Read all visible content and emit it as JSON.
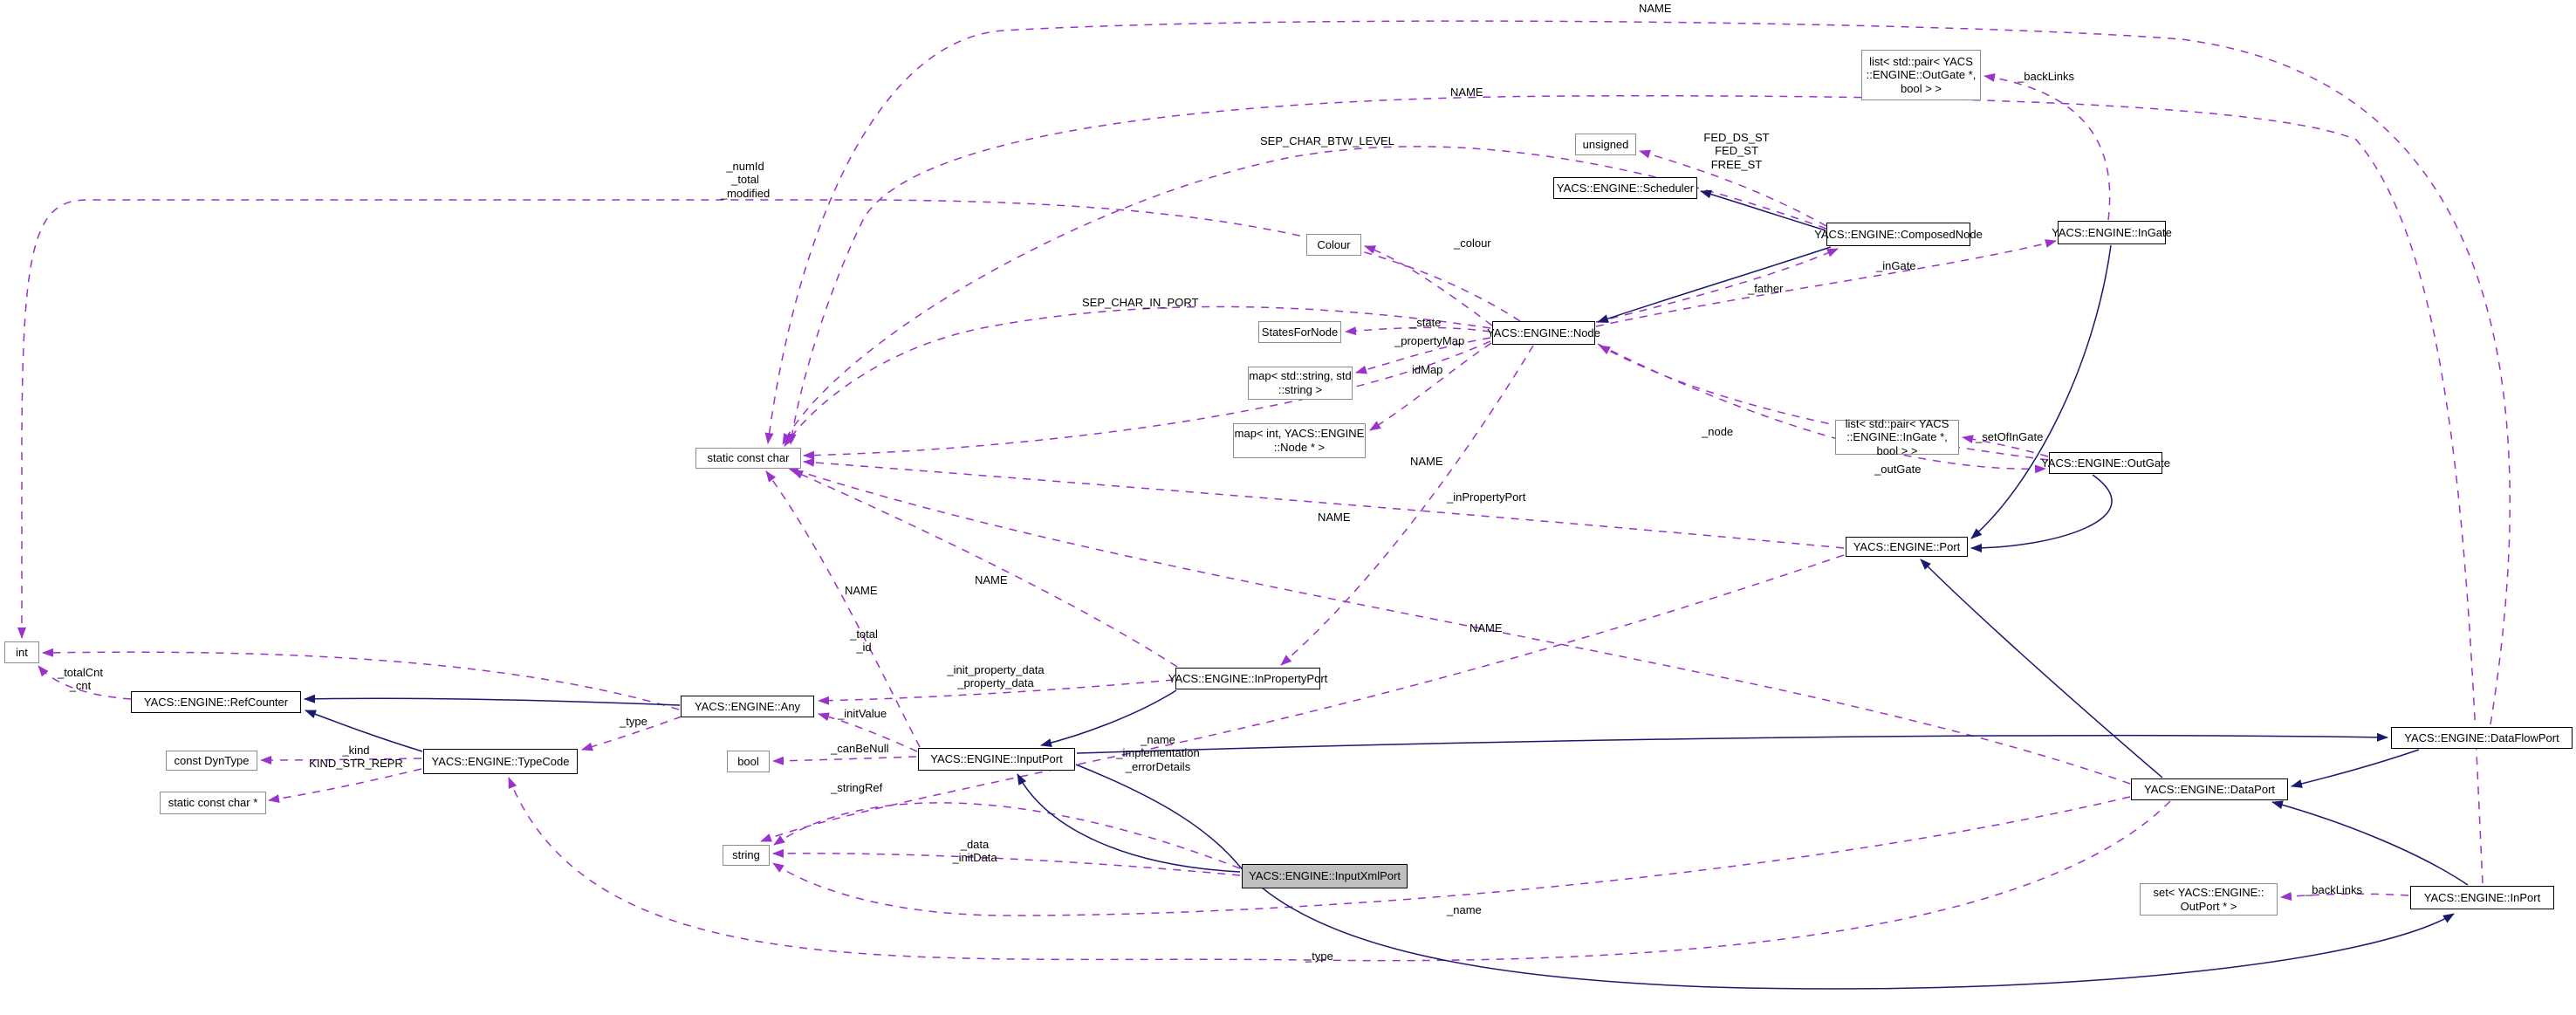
{
  "diagram": {
    "nodes": {
      "list_outgate": {
        "label": "list< std::pair< YACS\n::ENGINE::OutGate *,\nbool > >"
      },
      "unsigned_t": {
        "label": "unsigned"
      },
      "scheduler": {
        "label": "YACS::ENGINE::Scheduler"
      },
      "composed_node": {
        "label": "YACS::ENGINE::ComposedNode"
      },
      "in_gate": {
        "label": "YACS::ENGINE::InGate"
      },
      "colour": {
        "label": "Colour"
      },
      "states_for_node": {
        "label": "StatesForNode"
      },
      "node": {
        "label": "YACS::ENGINE::Node"
      },
      "map_string": {
        "label": "map< std::string, std\n::string >"
      },
      "map_int": {
        "label": "map< int, YACS::ENGINE\n::Node * >"
      },
      "list_ingate": {
        "label": "list< std::pair< YACS\n::ENGINE::InGate *, bool > >"
      },
      "out_gate": {
        "label": "YACS::ENGINE::OutGate"
      },
      "static_const_char": {
        "label": "static const char"
      },
      "port": {
        "label": "YACS::ENGINE::Port"
      },
      "int_t": {
        "label": "int"
      },
      "ref_counter": {
        "label": "YACS::ENGINE::RefCounter"
      },
      "any": {
        "label": "YACS::ENGINE::Any"
      },
      "in_property_port": {
        "label": "YACS::ENGINE::InPropertyPort"
      },
      "const_dyn_type": {
        "label": "const DynType"
      },
      "type_code": {
        "label": "YACS::ENGINE::TypeCode"
      },
      "static_const_char_ptr": {
        "label": "static const char *"
      },
      "bool_t": {
        "label": "bool"
      },
      "input_port": {
        "label": "YACS::ENGINE::InputPort"
      },
      "string_t": {
        "label": "string"
      },
      "input_xml_port": {
        "label": "YACS::ENGINE::InputXmlPort"
      },
      "data_flow_port": {
        "label": "YACS::ENGINE::DataFlowPort"
      },
      "data_port": {
        "label": "YACS::ENGINE::DataPort"
      },
      "set_outport": {
        "label": "set< YACS::ENGINE::\nOutPort * >"
      },
      "in_port": {
        "label": "YACS::ENGINE::InPort"
      }
    },
    "edge_labels": {
      "name_top": "NAME",
      "backlinks_top": "_backLinks",
      "name_right": "NAME",
      "sep_char_btw_level": "SEP_CHAR_BTW_LEVEL",
      "fed_states": "FED_DS_ST\nFED_ST\nFREE_ST",
      "num_total_modified": "_numId\n_total\n_modified",
      "colour": "_colour",
      "father": "_father",
      "in_gate": "_inGate",
      "sep_char_in_port": "SEP_CHAR_IN_PORT",
      "state": "_state",
      "property_map": "_propertyMap",
      "id_map": "idMap",
      "node": "_node",
      "set_of_in_gate": "_setOfInGate",
      "out_gate": "_outGate",
      "name_node": "NAME",
      "in_property_port": "_inPropertyPort",
      "name_port": "NAME",
      "name_ipp": "NAME",
      "name_input": "NAME",
      "total_id": "_total\n_id",
      "name_dataport": "NAME",
      "totalcnt_cnt": "_totalCnt\n_cnt",
      "init_property_data": "_init_property_data\n_property_data",
      "type_any": "_type",
      "init_value": "_initValue",
      "kind": "_kind\nKIND_STR_REPR",
      "can_be_null": "_canBeNull",
      "name_impl_err": "_name\n_implementation\n_errorDetails",
      "string_ref": "_stringRef",
      "data_initdata": "_data\n_initData",
      "name_bottom": "_name",
      "backlinks_bottom": "_backLinks",
      "type_bottom": "_type"
    },
    "colors": {
      "usage_edge": "#9a32cd",
      "inheritance_edge": "#191970",
      "highlight_fill": "#bfbfbf",
      "box_border": "#000000",
      "primitive_border": "#8c8c8c",
      "background": "#ffffff"
    }
  }
}
